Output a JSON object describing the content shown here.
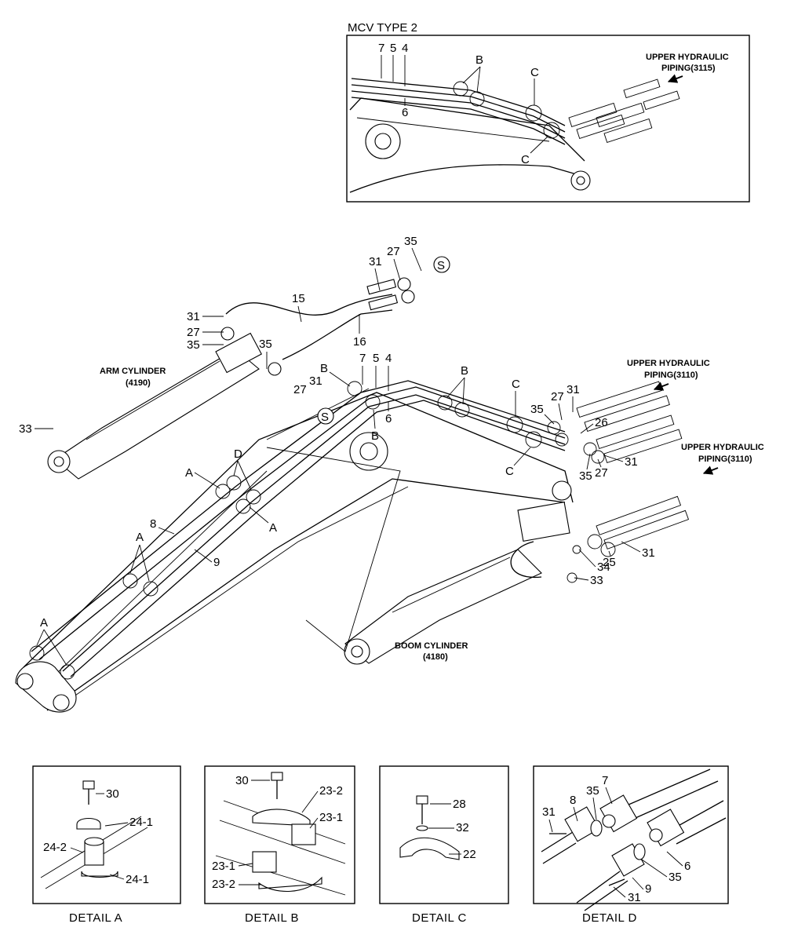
{
  "insets": {
    "mcv_type2": {
      "title": "MCV TYPE 2",
      "upper_piping_label_1": "UPPER HYDRAULIC",
      "upper_piping_label_2": "PIPING(3115)",
      "callouts": [
        "7",
        "5",
        "4",
        "6",
        "B",
        "C",
        "C"
      ]
    }
  },
  "main": {
    "arm_cylinder_1": "ARM CYLINDER",
    "arm_cylinder_2": "(4190)",
    "boom_cylinder_1": "BOOM CYLINDER",
    "boom_cylinder_2": "(4180)",
    "upper_piping_a_1": "UPPER HYDRAULIC",
    "upper_piping_a_2": "PIPING(3110)",
    "upper_piping_b_1": "UPPER HYDRAULIC",
    "upper_piping_b_2": "PIPING(3110)",
    "s_marker": "S",
    "callouts": {
      "c31a": "31",
      "c27a": "27",
      "c35a": "35",
      "c31b": "31",
      "c27b": "27",
      "c35b": "35",
      "c15": "15",
      "c16": "16",
      "c35c": "35",
      "c27c": "27",
      "c31c": "31",
      "c33a": "33",
      "c7": "7",
      "c5": "5",
      "c4": "4",
      "c6": "6",
      "cB1": "B",
      "cB2": "B",
      "cB3": "B",
      "cC1": "C",
      "cC2": "C",
      "c35d": "35",
      "c27d": "27",
      "c31d": "31",
      "c26": "26",
      "c31e": "31",
      "c35e": "35",
      "c27e": "27",
      "cA1": "A",
      "cA2": "A",
      "cA3": "A",
      "cA4": "A",
      "cD": "D",
      "c8": "8",
      "c9": "9",
      "c34": "34",
      "c33b": "33",
      "c25": "25",
      "c31f": "31"
    }
  },
  "details": {
    "a": {
      "caption": "DETAIL  A",
      "callouts": [
        "30",
        "24-1",
        "24-2",
        "24-1"
      ]
    },
    "b": {
      "caption": "DETAIL  B",
      "callouts": [
        "30",
        "23-2",
        "23-1",
        "23-1",
        "23-2"
      ]
    },
    "c": {
      "caption": "DETAIL  C",
      "callouts": [
        "28",
        "32",
        "22"
      ]
    },
    "d": {
      "caption": "DETAIL  D",
      "callouts": [
        "7",
        "8",
        "35",
        "31",
        "35",
        "6",
        "9",
        "31"
      ]
    }
  }
}
